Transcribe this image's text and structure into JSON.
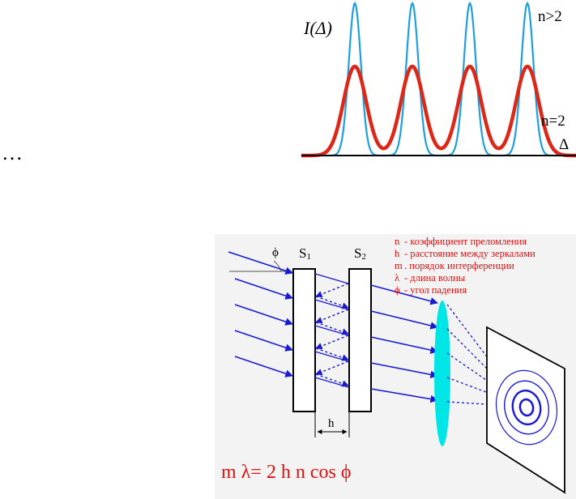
{
  "ellipsis": "…",
  "intensity_plot": {
    "y_label": "I(Δ)",
    "x_label": "Δ",
    "curve_high_label": "n>2",
    "curve_low_label": "n=2",
    "curve_high_color": "#1ea0dc",
    "curve_low_color": "#dc2818",
    "axis_color": "#000000",
    "peak_count": 4
  },
  "fabry_perot": {
    "angle_label": "ϕ",
    "mirror1_label": "S",
    "mirror1_sub": "1",
    "mirror2_label": "S",
    "mirror2_sub": "2",
    "gap_label": "h",
    "legend": [
      {
        "symbol": "n",
        "text": "- коэффициент преломления"
      },
      {
        "symbol": "h",
        "text": "- расстояние между зеркалами"
      },
      {
        "symbol": "m",
        "text": ". порядок интерференции"
      },
      {
        "symbol": "λ",
        "text": "- длина волны"
      },
      {
        "symbol": "ϕ",
        "text": "- угол падения"
      }
    ],
    "formula": "m λ= 2 h n cos ϕ",
    "ray_color": "#1a1ad2",
    "lens_color": "#00e6e6",
    "legend_color": "#e01010",
    "background_color": "#f3f3f3"
  }
}
